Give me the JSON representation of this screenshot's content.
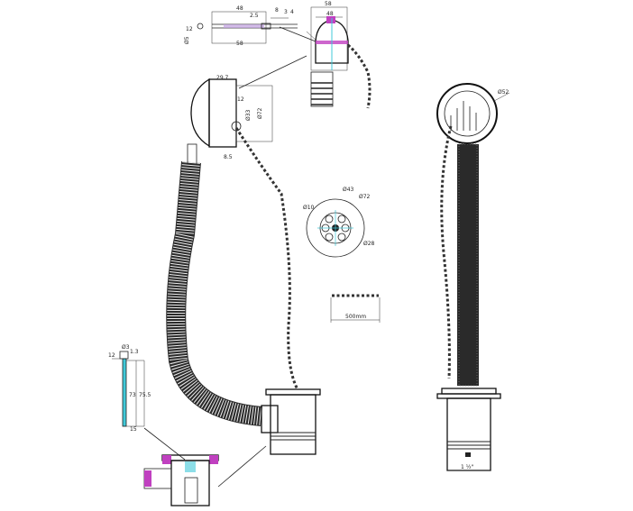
{
  "colors": {
    "line": "#222222",
    "accent_magenta": "#c040c0",
    "accent_cyan": "#40c8d8"
  },
  "popup_detail": {
    "labels": [
      "48",
      "2.5",
      "8",
      "3",
      "4",
      "12",
      "Ø5",
      "58"
    ],
    "head_labels": [
      "58",
      "48"
    ]
  },
  "overflow_detail": {
    "labels": [
      "29.7",
      "Ø33",
      "Ø72",
      "8.5",
      "12"
    ]
  },
  "grate_detail": {
    "labels": [
      "Ø10",
      "Ø43",
      "Ø72",
      "Ø28"
    ]
  },
  "chain_detail": {
    "label": "500mm"
  },
  "rod_detail": {
    "labels": [
      "Ø3",
      "1.3",
      "12",
      "73",
      "75.5",
      "15"
    ]
  },
  "side_view": {
    "head_label": "Ø52",
    "thread_label": "1 ½\""
  }
}
